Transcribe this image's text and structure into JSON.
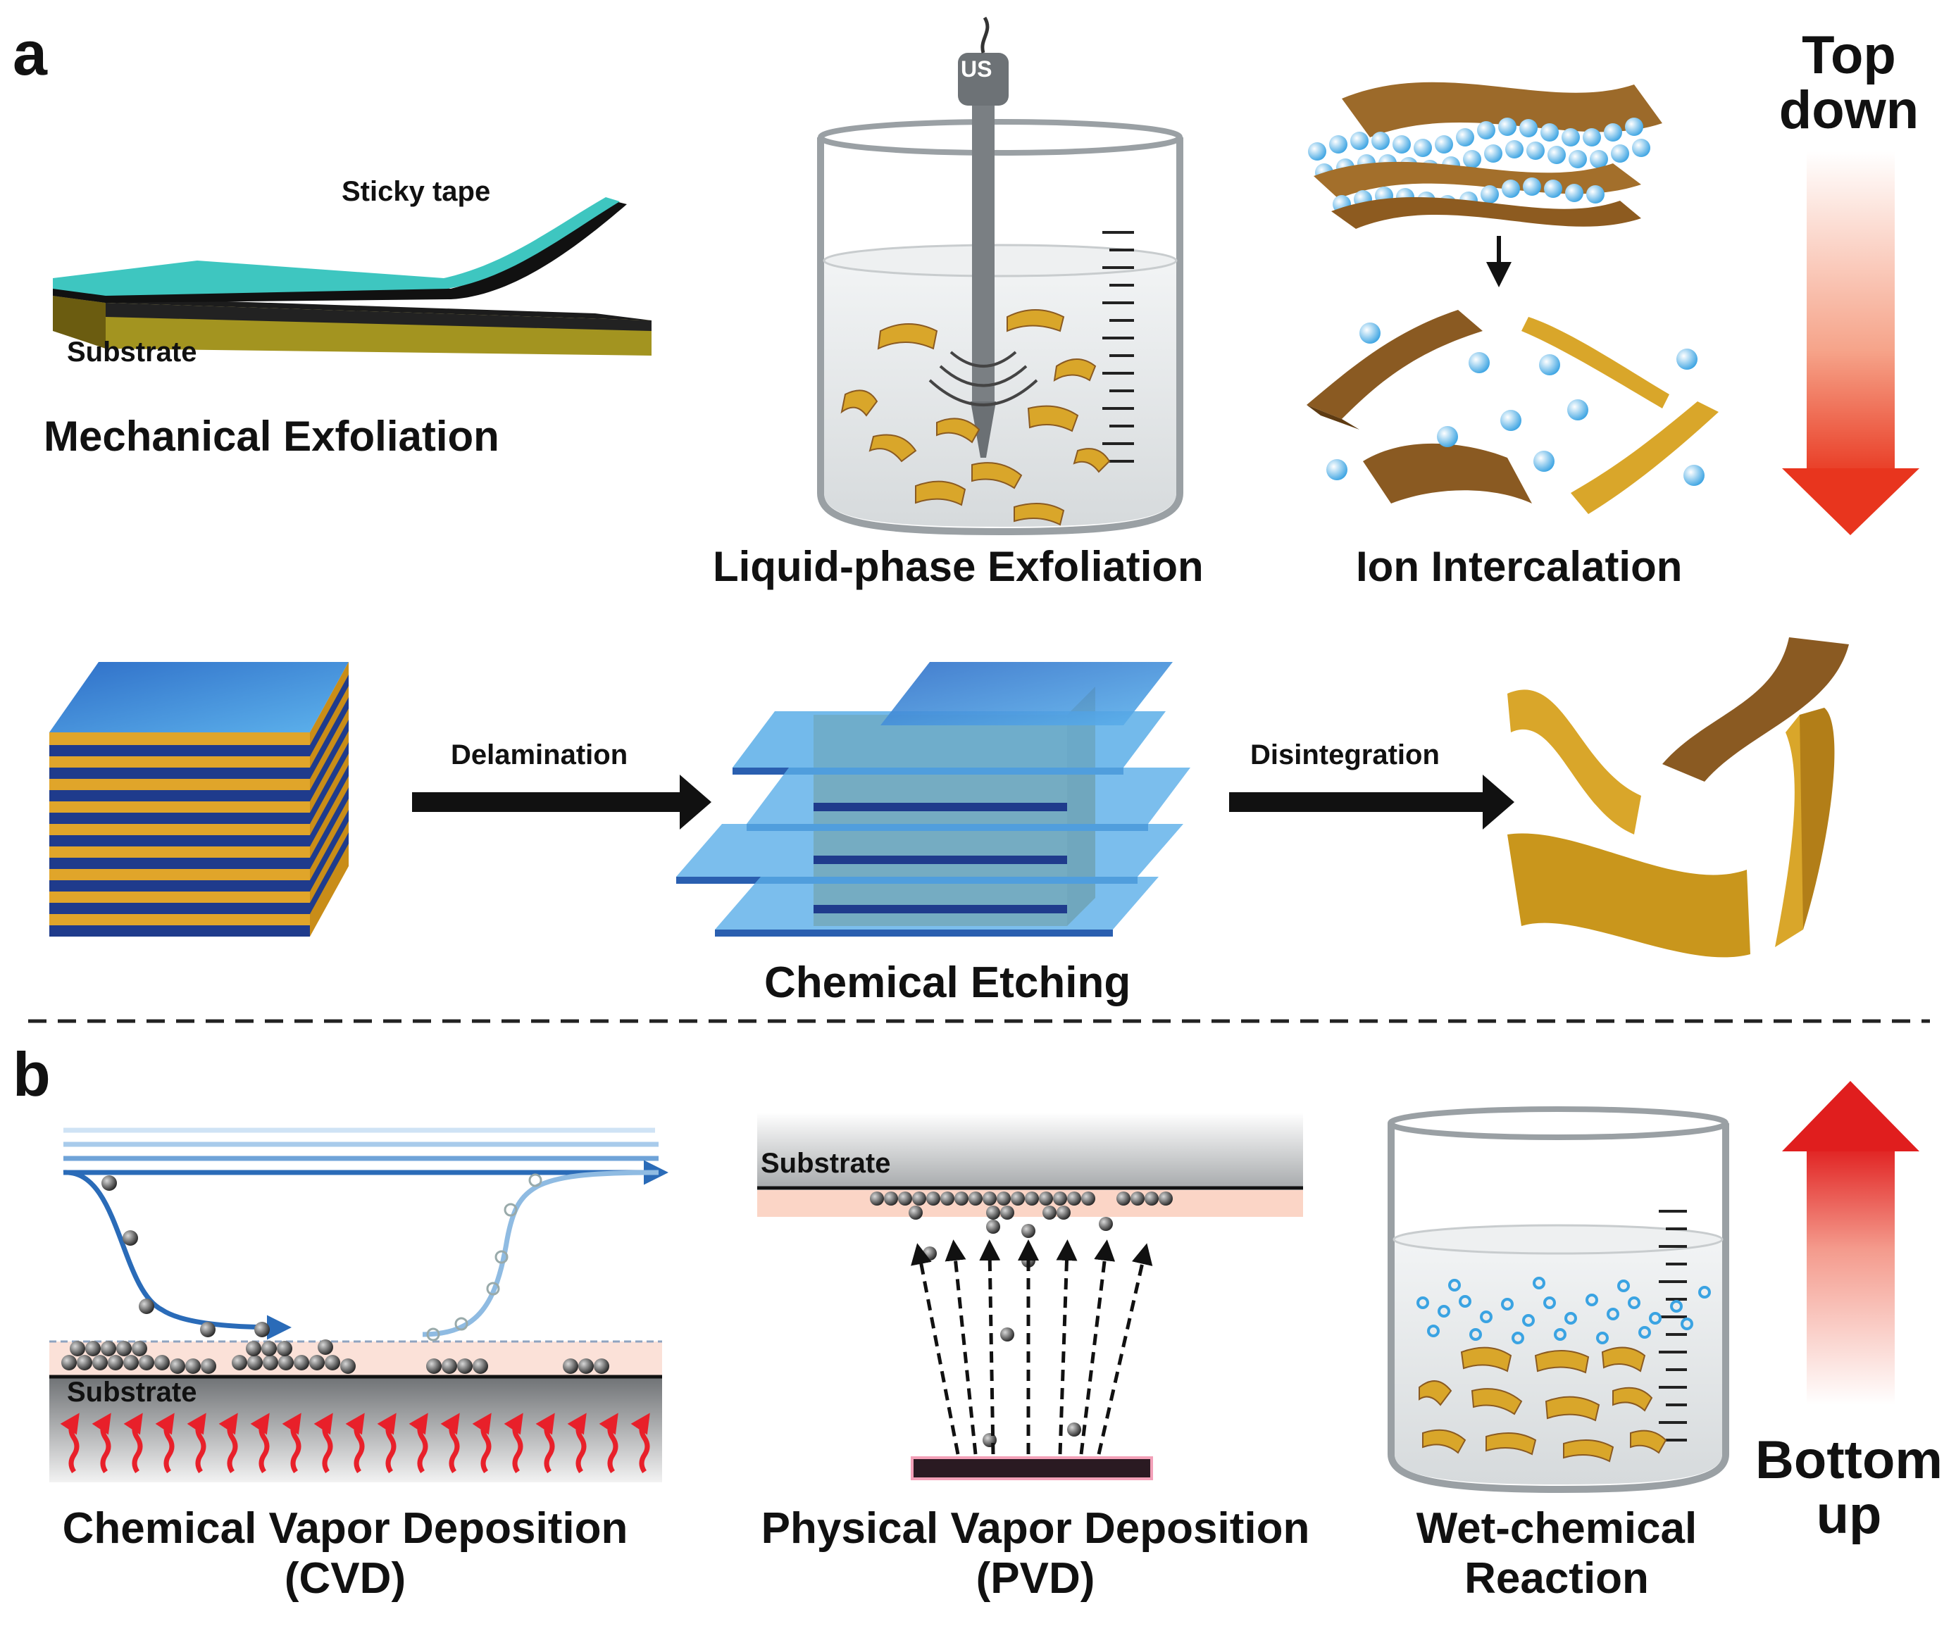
{
  "panel_a": {
    "letter": "a",
    "mechanical": {
      "tape_label": "Sticky tape",
      "substrate_label": "Substrate",
      "title": "Mechanical Exfoliation"
    },
    "liquid": {
      "probe_label": "US",
      "title": "Liquid-phase Exfoliation"
    },
    "ion": {
      "title": "Ion Intercalation"
    },
    "etching": {
      "step1": "Delamination",
      "step2": "Disintegration",
      "title": "Chemical Etching"
    },
    "direction": {
      "line1": "Top",
      "line2": "down"
    }
  },
  "panel_b": {
    "letter": "b",
    "cvd": {
      "substrate_label": "Substrate",
      "title_line1": "Chemical Vapor Deposition",
      "title_line2": "(CVD)"
    },
    "pvd": {
      "substrate_label": "Substrate",
      "title_line1": "Physical Vapor Deposition",
      "title_line2": "(PVD)"
    },
    "wet": {
      "title_line1": "Wet-chemical",
      "title_line2": "Reaction"
    },
    "direction": {
      "line1": "Bottom",
      "line2": "up"
    }
  },
  "colors": {
    "tape": "#3ec6c0",
    "layer_blue": "#1f3b8c",
    "layer_gold": "#e0a52a",
    "flake_gold": "#d9a62a",
    "flake_brown": "#8a5a22",
    "ion_blue": "#4ab0e8",
    "arrow_red": "#e8351e",
    "cvd_flow": "#2a6bb8"
  }
}
